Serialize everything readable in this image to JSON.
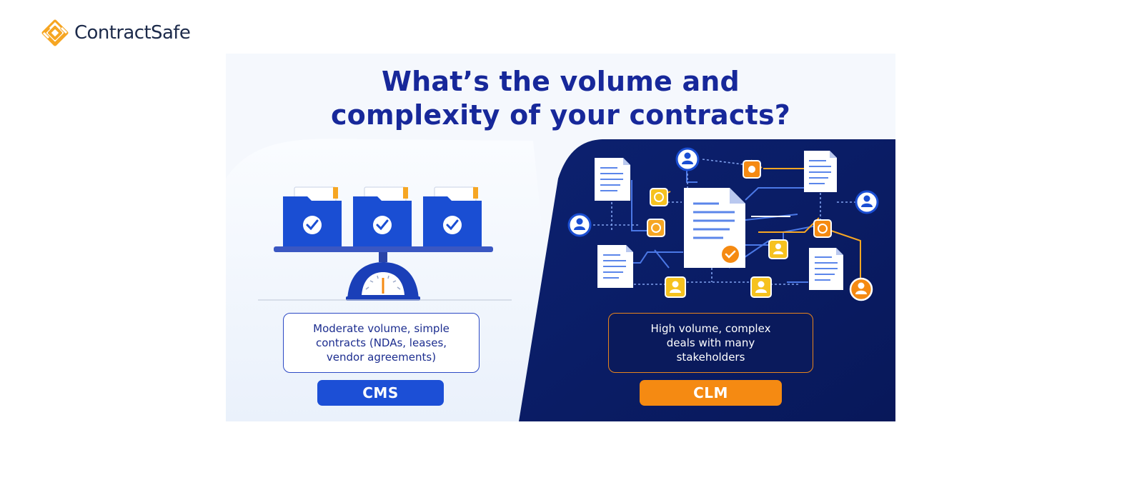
{
  "brand": {
    "name": "ContractSafe",
    "accent": "#f6a623",
    "text_color": "#1c2a4a"
  },
  "headline": {
    "line1": "What’s the volume and",
    "line2": "complexity of your contracts?"
  },
  "left": {
    "description": "Moderate volume, simple\ncontracts (NDAs, leases,\nvendor agreements)",
    "label": "CMS",
    "color": "#1c4fd6"
  },
  "right": {
    "description": "High volume, complex\ndeals with many\nstakeholders",
    "label": "CLM",
    "color": "#f58a12",
    "panel_color": "#0b1d63"
  },
  "icons": {
    "logo": "contractsafe-logo-icon",
    "scale": "scale-icon",
    "folders": "folder-check-icon",
    "network": "stakeholder-network-icon"
  }
}
